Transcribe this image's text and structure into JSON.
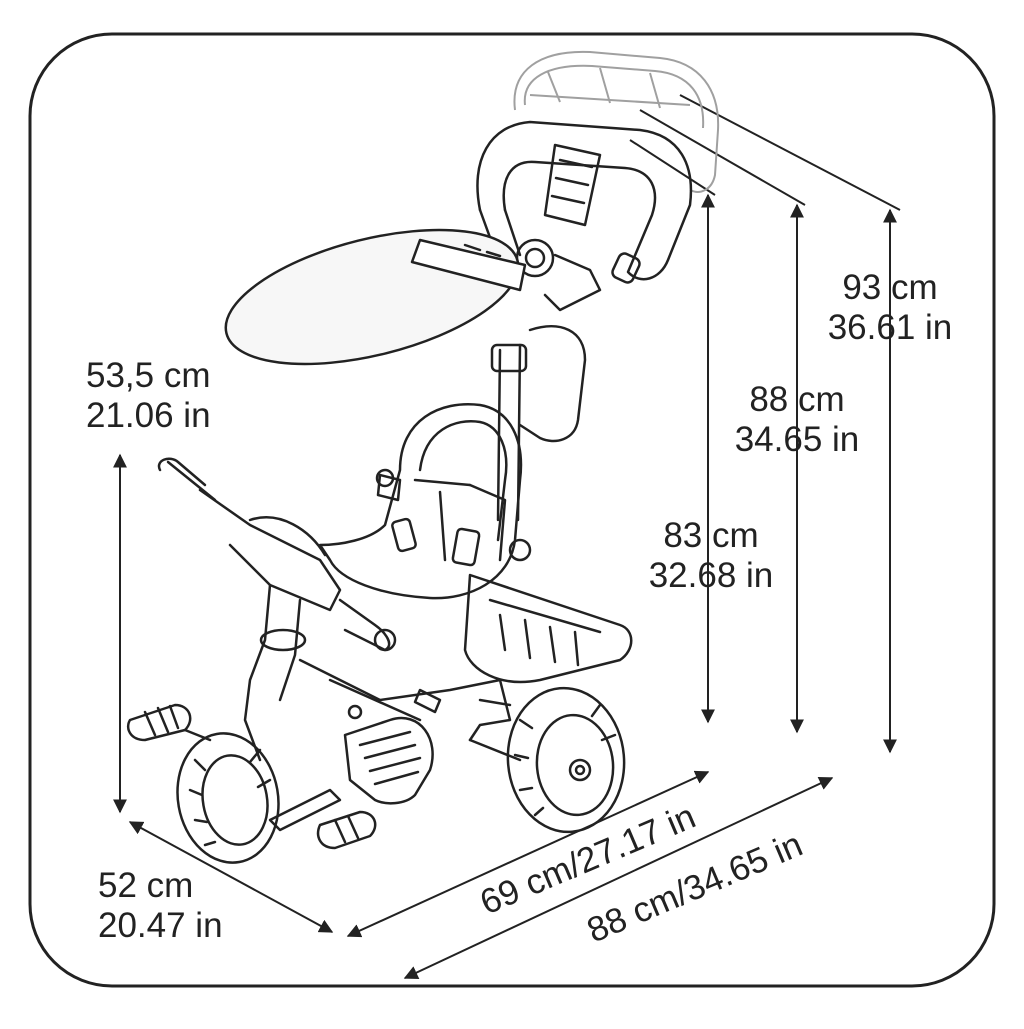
{
  "colors": {
    "line": "#222222",
    "canopy_fill": "#f7f7f7",
    "ghost_line": "#9a9a9a",
    "background": "#ffffff"
  },
  "dimensions": {
    "handle_height": {
      "cm": "53,5 cm",
      "in": "21.06 in"
    },
    "width": {
      "cm": "52 cm",
      "in": "20.47 in"
    },
    "seat_height": {
      "cm": "83 cm",
      "in": "32.68 in"
    },
    "push_height": {
      "cm": "88 cm",
      "in": "34.65 in"
    },
    "max_height": {
      "cm": "93 cm",
      "in": "36.61 in"
    },
    "frame_length": "69 cm/27.17 in",
    "total_length": "88 cm/34.65 in"
  }
}
